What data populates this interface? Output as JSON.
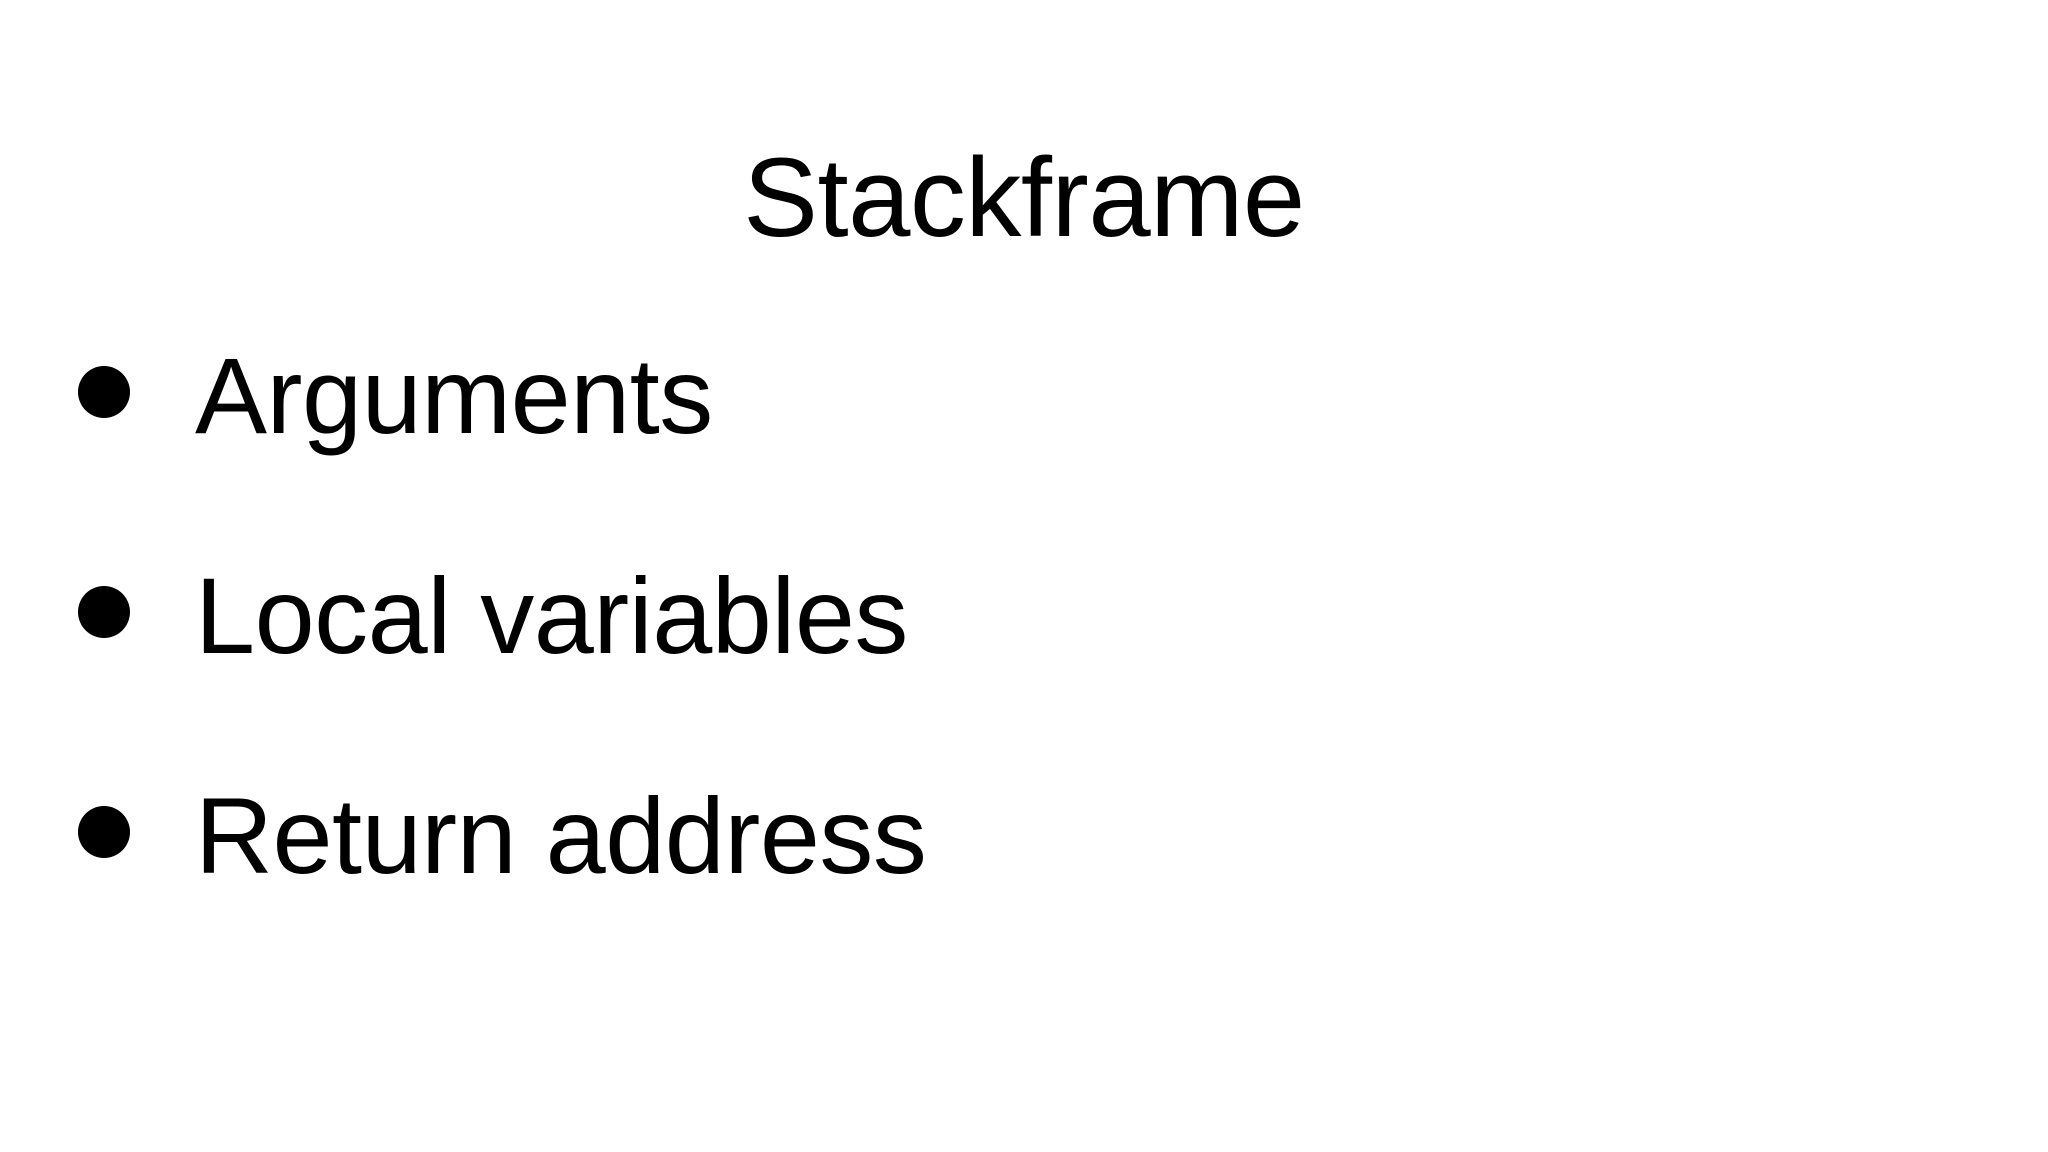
{
  "slide": {
    "title": "Stackframe",
    "background_color": "#ffffff",
    "text_color": "#000000",
    "bullet_marker_glyph": "filled-circle",
    "bullets": [
      {
        "label": "Arguments"
      },
      {
        "label": "Local variables"
      },
      {
        "label": "Return address"
      }
    ]
  }
}
